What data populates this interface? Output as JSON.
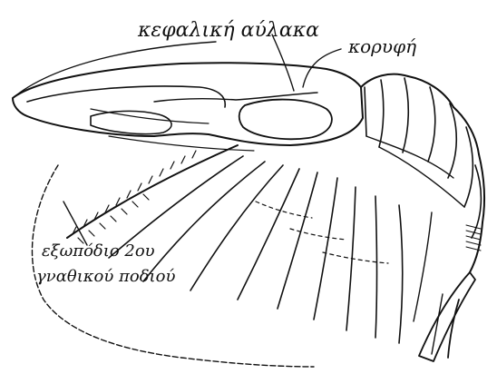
{
  "diagram": {
    "labels": {
      "cephalic_groove": "κεφαλική αύλακα",
      "carina": "κορυφή",
      "exopodite_line1": "εξωπόδιο 2ου",
      "exopodite_line2": "γναθικού ποδιού"
    },
    "ink_color": "#111111",
    "paper_color": "#ffffff"
  }
}
